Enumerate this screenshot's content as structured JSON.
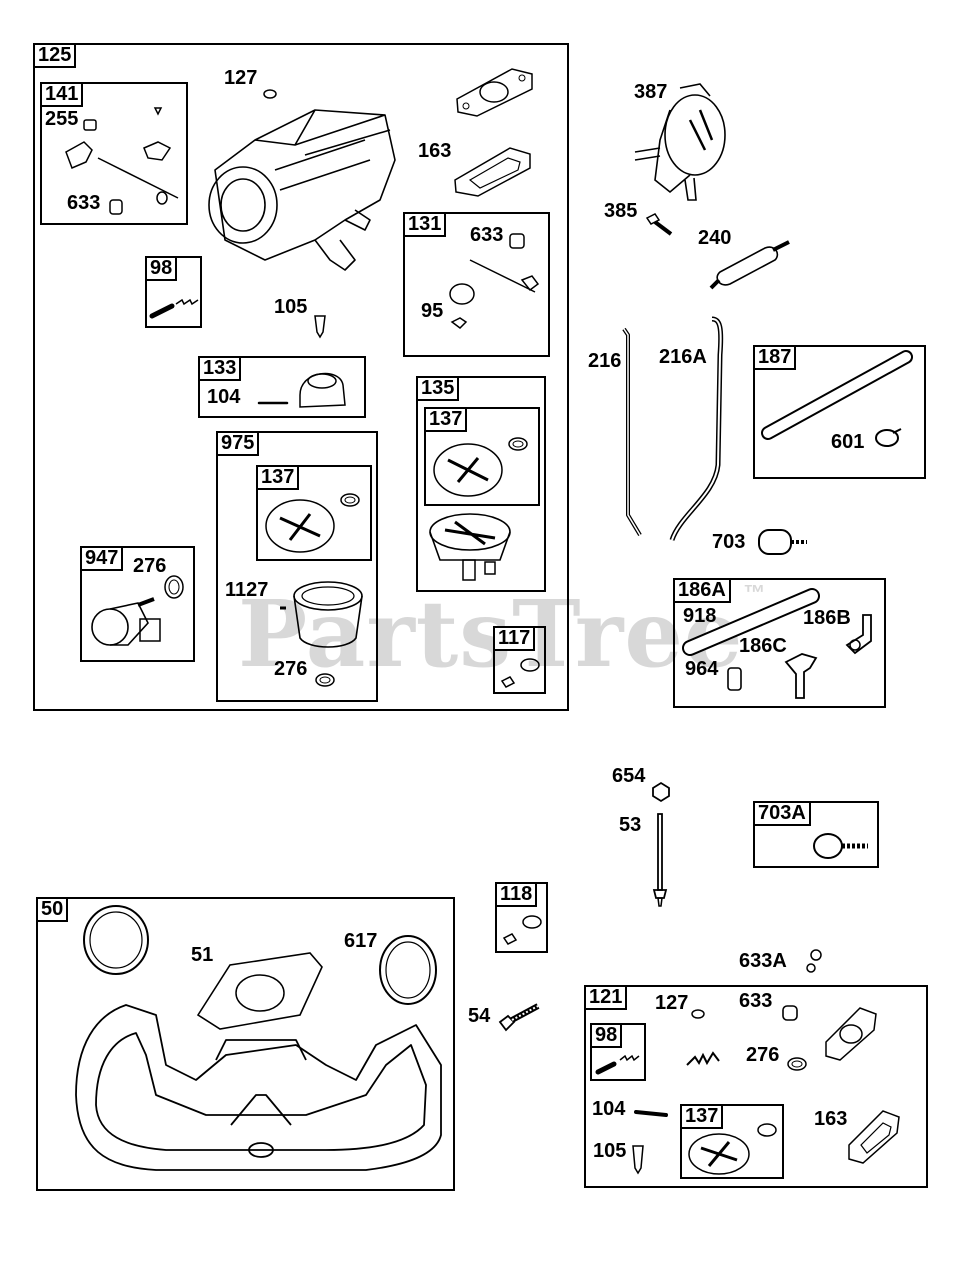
{
  "watermark": {
    "text": "PartsTree",
    "mark": "™"
  },
  "groups": {
    "g125": "125",
    "g141": "141",
    "g98a": "98",
    "g133": "133",
    "g131": "131",
    "g135": "135",
    "g137a": "137",
    "g975": "975",
    "g137b": "137",
    "g947": "947",
    "g117": "117",
    "g187": "187",
    "g186A": "186A",
    "g703A": "703A",
    "g118": "118",
    "g50": "50",
    "g121": "121",
    "g98b": "98",
    "g137c": "137"
  },
  "callouts": {
    "c127a": "127",
    "c255": "255",
    "c633a": "633",
    "c163a": "163",
    "c633b": "633",
    "c95": "95",
    "c105a": "105",
    "c104a": "104",
    "c276a": "276",
    "c1127": "1127",
    "c276b": "276",
    "c387": "387",
    "c385": "385",
    "c240": "240",
    "c216": "216",
    "c216A": "216A",
    "c601": "601",
    "c703": "703",
    "c918": "918",
    "c186B": "186B",
    "c186C": "186C",
    "c964": "964",
    "c654": "654",
    "c53": "53",
    "c51": "51",
    "c617": "617",
    "c54": "54",
    "c633A": "633A",
    "c127b": "127",
    "c633c": "633",
    "c276c": "276",
    "c104b": "104",
    "c105b": "105",
    "c163b": "163"
  },
  "colors": {
    "line": "#000000",
    "background": "#ffffff",
    "watermark": "#d2d2d2"
  }
}
